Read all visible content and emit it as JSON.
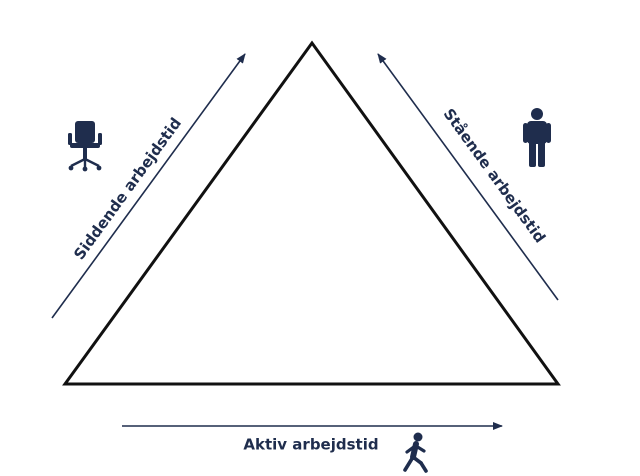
{
  "labels": {
    "sitting": "Siddende arbejdstid",
    "standing": "Stående arbejdstid",
    "active": "Aktiv arbejdstid"
  },
  "icons": {
    "sitting": "office-chair-icon",
    "standing": "standing-person-icon",
    "active": "walking-person-icon"
  },
  "colors": {
    "text": "#1f2d4d",
    "triangle": "#111111",
    "arrow": "#1f2d4d",
    "icon": "#1f2d4d"
  }
}
